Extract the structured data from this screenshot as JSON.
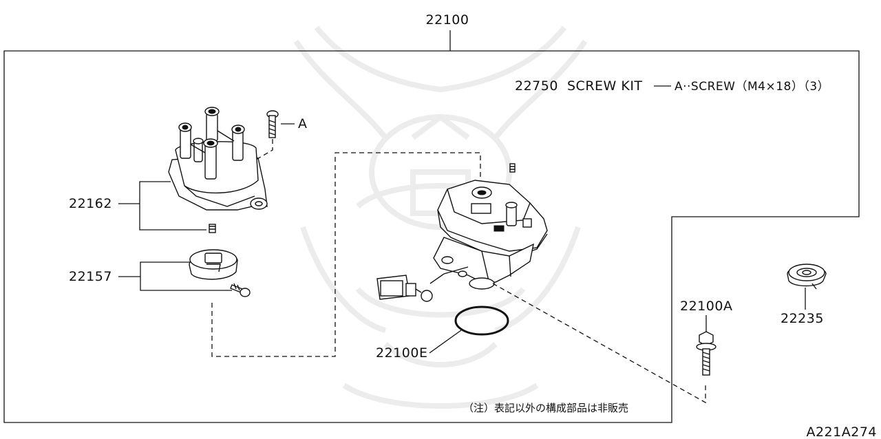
{
  "assembly": {
    "part_number": "22100"
  },
  "screw_kit": {
    "part_number": "22750",
    "name": "SCREW KIT",
    "spec": "A··SCREW（M4×18）（3）"
  },
  "callouts": {
    "screw_ref": "A",
    "distributor_cap": "22162",
    "rotor_head": "22157",
    "o_ring": "22100E",
    "distributor_bolt": "22100A",
    "washer": "22235"
  },
  "note": "（注）表記以外の構成部品は非販売",
  "diagram_code": "A221A274"
}
